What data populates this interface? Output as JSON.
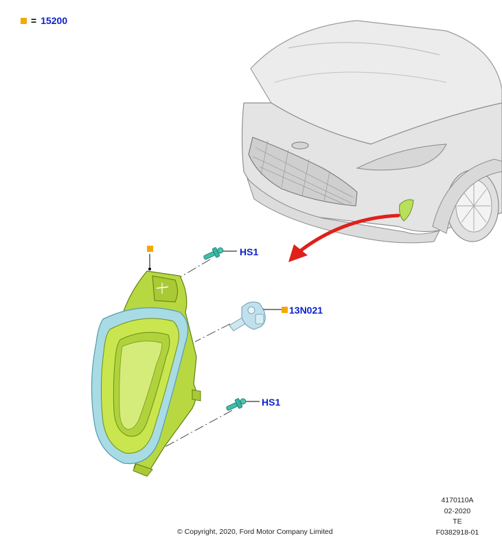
{
  "legend": {
    "equals": "=",
    "value": "15200",
    "marker_color": "#f5a800"
  },
  "callouts": {
    "upper_clip": "HS1",
    "bulb": "13N021",
    "lower_clip": "HS1"
  },
  "footer": {
    "copyright": "© Copyright, 2020, Ford Motor Company Limited",
    "illustration_code": "4170110A",
    "date": "02-2020",
    "region": "TE",
    "figure_id": "F0382918-01"
  },
  "colors": {
    "callout_text": "#0a1fcc",
    "part_marker": "#f5a800",
    "arrow": "#e0201a",
    "lamp_green": "#c8e85a",
    "lamp_lens": "#9fd8e8",
    "fastener": "#37b5a3"
  }
}
